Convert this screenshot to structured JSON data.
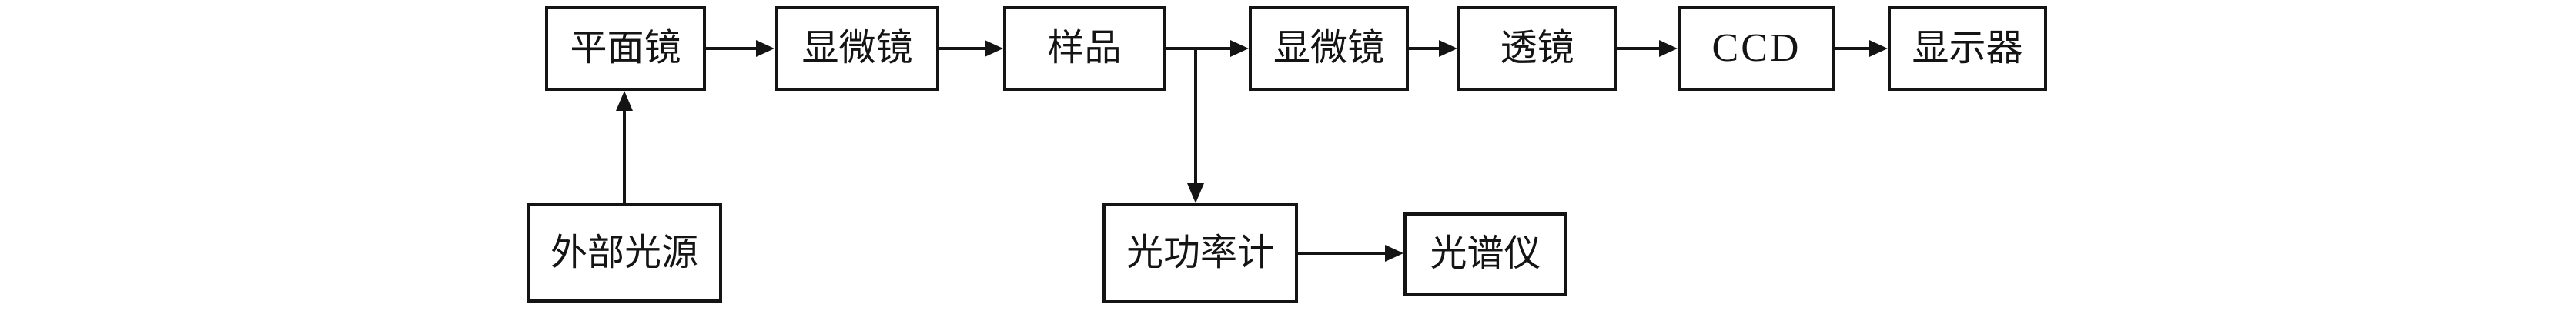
{
  "diagram": {
    "type": "flowchart",
    "background_color": "#ffffff",
    "line_color": "#141414",
    "nodes": {
      "plane_mirror": "平面镜",
      "microscope_1": "显微镜",
      "sample": "样品",
      "microscope_2": "显微镜",
      "lens": "透镜",
      "ccd": "CCD",
      "display": "显示器",
      "external_light_source": "外部光源",
      "optical_power_meter": "光功率计",
      "spectrometer": "光谱仪"
    },
    "edges": [
      {
        "from": "external_light_source",
        "to": "plane_mirror",
        "direction": "up"
      },
      {
        "from": "plane_mirror",
        "to": "microscope_1",
        "direction": "right"
      },
      {
        "from": "microscope_1",
        "to": "sample",
        "direction": "right"
      },
      {
        "from": "sample",
        "to": "microscope_2",
        "direction": "right"
      },
      {
        "from": "sample",
        "to": "optical_power_meter",
        "direction": "down"
      },
      {
        "from": "microscope_2",
        "to": "lens",
        "direction": "right"
      },
      {
        "from": "lens",
        "to": "ccd",
        "direction": "right"
      },
      {
        "from": "ccd",
        "to": "display",
        "direction": "right"
      },
      {
        "from": "optical_power_meter",
        "to": "spectrometer",
        "direction": "right"
      }
    ]
  }
}
